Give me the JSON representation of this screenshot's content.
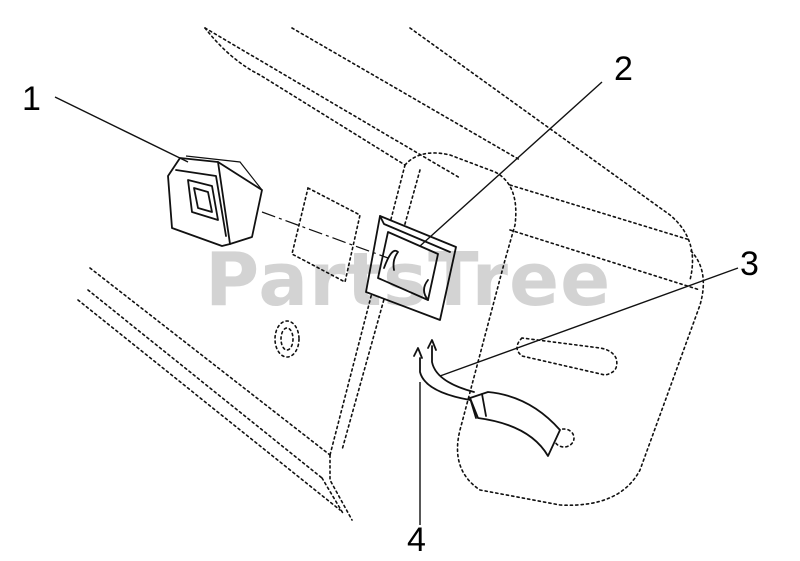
{
  "diagram": {
    "callouts": [
      {
        "id": "1",
        "label": "1"
      },
      {
        "id": "2",
        "label": "2"
      },
      {
        "id": "3",
        "label": "3"
      },
      {
        "id": "4",
        "label": "4"
      }
    ],
    "watermark": "PartsTree"
  }
}
